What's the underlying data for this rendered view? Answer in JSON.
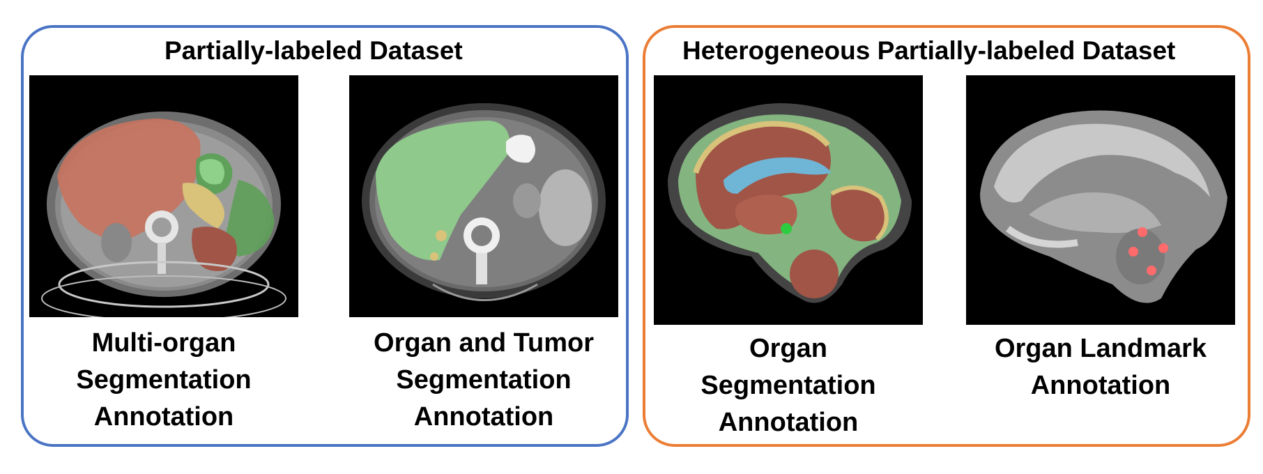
{
  "left_panel": {
    "title": "Partially-labeled Dataset",
    "border_color": "#4a74c4",
    "images": [
      {
        "caption": [
          "Multi-organ",
          "Segmentation",
          "Annotation"
        ]
      },
      {
        "caption": [
          "Organ and Tumor",
          "Segmentation",
          "Annotation"
        ]
      }
    ]
  },
  "right_panel": {
    "title": "Heterogeneous Partially-labeled Dataset",
    "border_color": "#eb7d34",
    "images": [
      {
        "caption": [
          "Organ",
          "Segmentation",
          "Annotation"
        ]
      },
      {
        "caption": [
          "Organ Landmark",
          "Annotation"
        ]
      }
    ]
  },
  "colors": {
    "liver_red": "#c8735e",
    "spleen_green": "#5fa05a",
    "organ_green": "#8fc98c",
    "stomach_yellow": "#d9c27a",
    "kidney_brown": "#a05546",
    "ventricle_blue": "#6fb5d6",
    "landmark_red": "#ff6b6b"
  }
}
